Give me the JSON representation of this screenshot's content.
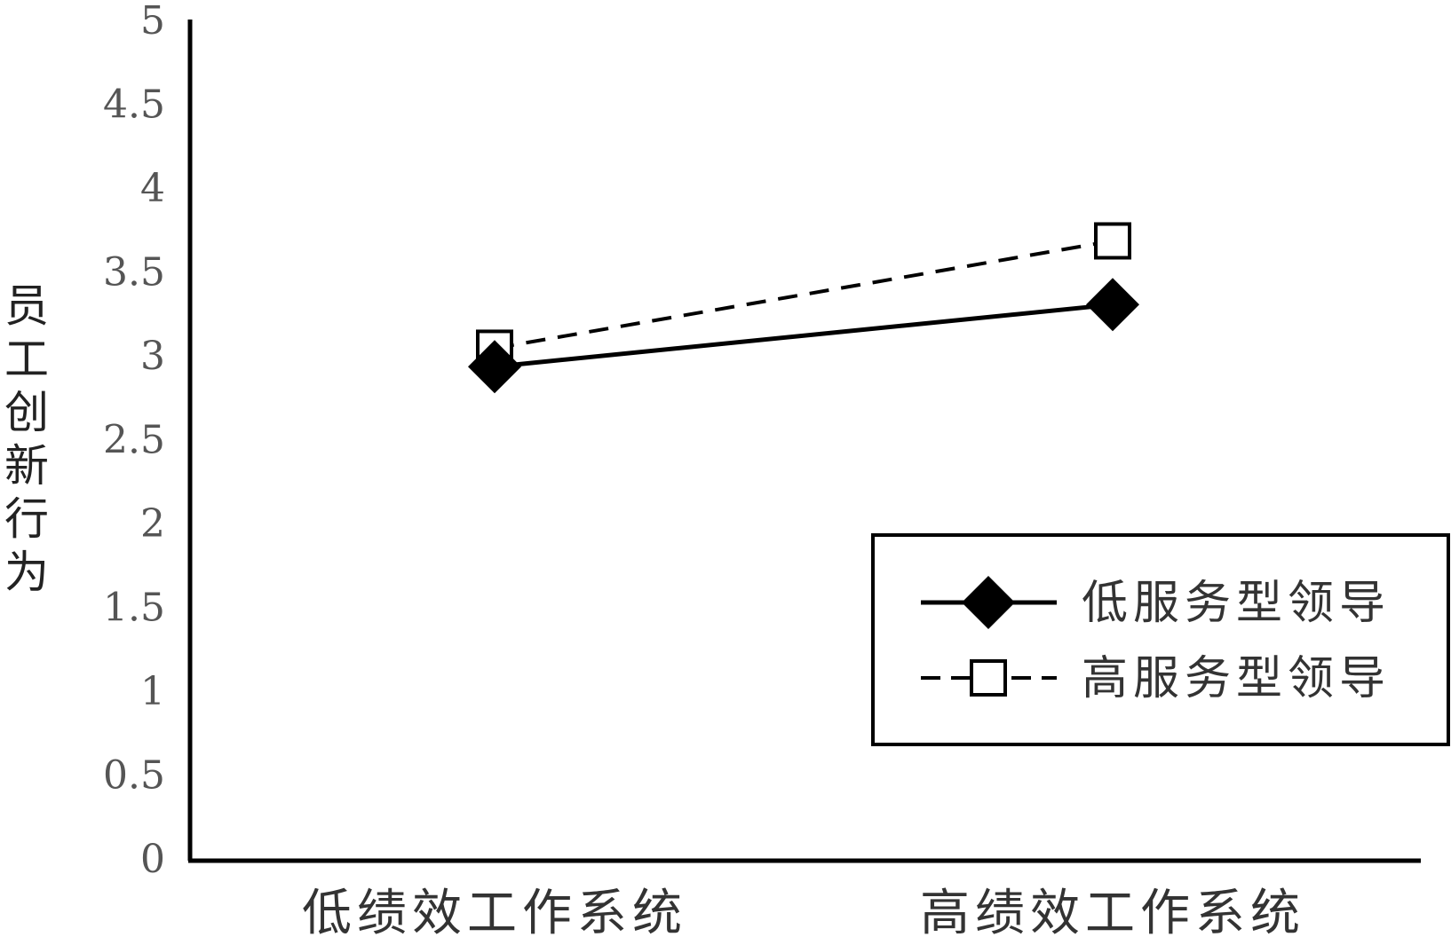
{
  "chart_data": {
    "type": "line",
    "ylabel": "员工创新行为",
    "xlabel": "",
    "categories": [
      "低绩效工作系统",
      "高绩效工作系统"
    ],
    "ylim": [
      0,
      5
    ],
    "yticks": [
      "0",
      "0.5",
      "1",
      "1.5",
      "2",
      "2.5",
      "3",
      "3.5",
      "4",
      "4.5",
      "5"
    ],
    "grid": false,
    "legend_position": "bottom-right",
    "series": [
      {
        "name": "低服务型领导",
        "values": [
          2.93,
          3.3
        ],
        "marker": "filled-diamond",
        "line": "solid",
        "color": "#000000"
      },
      {
        "name": "高服务型领导",
        "values": [
          3.04,
          3.68
        ],
        "marker": "open-square",
        "line": "dashed",
        "color": "#000000"
      }
    ]
  }
}
